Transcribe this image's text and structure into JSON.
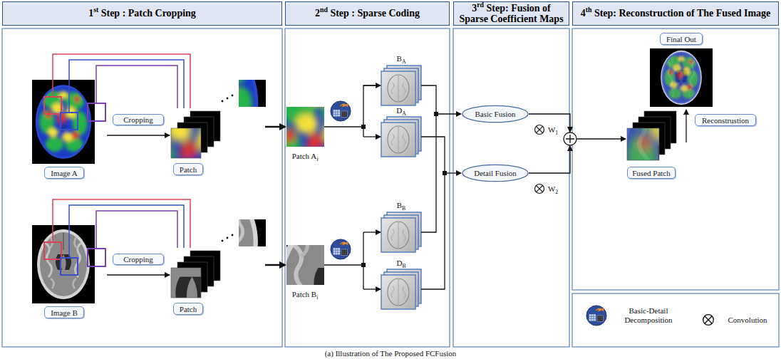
{
  "diagram": {
    "caption": "(a) Illustration of The Proposed FCFusion",
    "nodes": [
      {
        "text": [
          "1st Step : Patch Cropping"
        ]
      },
      {
        "text": [
          "2nd Step : Sparse Coding"
        ]
      },
      {
        "text": [
          "3rd Step: Fusion of Sparse Coefficient Maps"
        ]
      },
      {
        "text": [
          "4th Step: Reconstruction of The Fused Image"
        ]
      },
      {
        "text": [
          "Cropping"
        ]
      },
      {
        "text": [
          "Image A"
        ]
      },
      {
        "text": [
          "Patch"
        ]
      },
      {
        "text": [
          "Cropping"
        ]
      },
      {
        "text": [
          "Image B"
        ]
      },
      {
        "text": [
          "Patch"
        ]
      },
      {
        "text": [
          "Basic Fusion"
        ]
      },
      {
        "text": [
          "Detail Fusion"
        ]
      },
      {
        "text": [
          "Final Out"
        ]
      },
      {
        "text": [
          "Reconstrustion"
        ]
      },
      {
        "text": [
          "Fused Patch"
        ]
      }
    ],
    "labels": [
      "Patch Ai",
      "BA",
      "DA",
      "Patch Bi",
      "BB",
      "DB",
      "W1",
      "W2"
    ],
    "legend": [
      {
        "text": "Basic-Detail Decomposition"
      },
      {
        "text": "Convolution"
      }
    ]
  }
}
